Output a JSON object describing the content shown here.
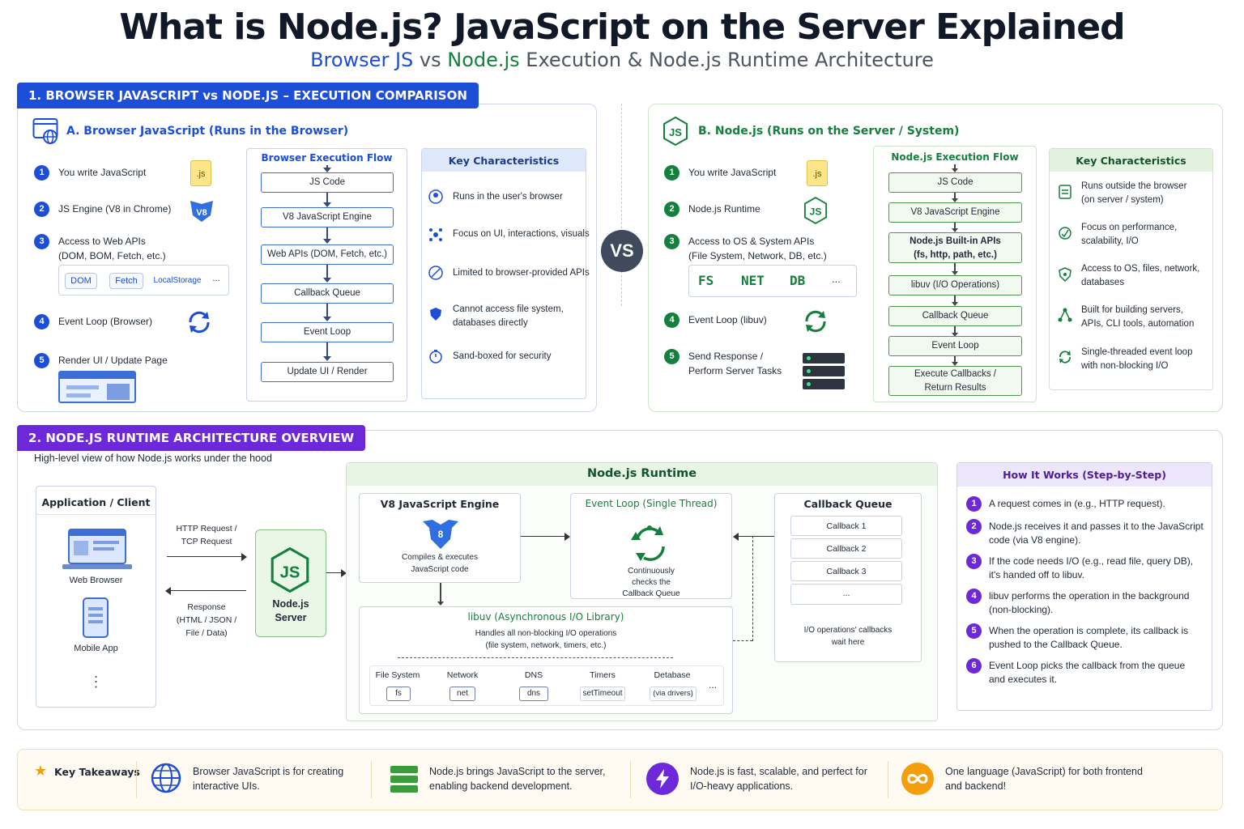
{
  "title": "What is Node.js? JavaScript on the Server Explained",
  "subtitle": {
    "part1": "Browser JS",
    "vs": " vs ",
    "part2": "Node.js",
    "rest": " Execution & Node.js Runtime Architecture"
  },
  "colors": {
    "blue": "#1d4ed8",
    "green": "#15803d",
    "purple": "#6d28d9",
    "orange": "#f59e0b"
  },
  "section1": {
    "tag": "1. BROWSER JAVASCRIPT vs NODE.JS – EXECUTION COMPARISON",
    "browser": {
      "heading": "A. Browser JavaScript (Runs in the Browser)",
      "steps": [
        {
          "n": "1",
          "text": "You write JavaScript"
        },
        {
          "n": "2",
          "text": "JS Engine (V8 in Chrome)"
        },
        {
          "n": "3",
          "text": "Access to Web APIs\n(DOM, BOM, Fetch, etc.)"
        },
        {
          "n": "4",
          "text": "Event Loop (Browser)"
        },
        {
          "n": "5",
          "text": "Render UI / Update Page"
        }
      ],
      "js_file": ".js",
      "v8": "V8",
      "apis": [
        "DOM",
        "Fetch",
        "LocalStorage",
        "..."
      ],
      "flow_title": "Browser Execution Flow",
      "flow": [
        "JS Code",
        "V8 JavaScript Engine",
        "Web APIs (DOM, Fetch, etc.)",
        "Callback Queue",
        "Event Loop",
        "Update UI / Render"
      ],
      "key_title": "Key Characteristics",
      "key": [
        "Runs in the user's browser",
        "Focus on UI, interactions, visuals",
        "Limited to browser-provided APIs",
        "Cannot access file system,\ndatabases directly",
        "Sand-boxed for security"
      ]
    },
    "vs": "VS",
    "node": {
      "heading": "B. Node.js (Runs on the Server / System)",
      "steps": [
        {
          "n": "1",
          "text": "You write JavaScript"
        },
        {
          "n": "2",
          "text": "Node.js Runtime"
        },
        {
          "n": "3",
          "text": "Access to OS & System APIs\n(File System, Network, DB, etc.)"
        },
        {
          "n": "4",
          "text": "Event Loop (libuv)"
        },
        {
          "n": "5",
          "text": "Send Response /\nPerform Server Tasks"
        }
      ],
      "js_file": ".js",
      "apis": [
        "FS",
        "NET",
        "DB",
        "..."
      ],
      "flow_title": "Node.js Execution Flow",
      "flow": [
        "JS Code",
        "V8 JavaScript Engine",
        "Node.js Built-in APIs\n(fs, http, path, etc.)",
        "libuv (I/O Operations)",
        "Callback Queue",
        "Event Loop",
        "Execute Callbacks /\nReturn Results"
      ],
      "key_title": "Key Characteristics",
      "key": [
        "Runs outside the browser\n(on server / system)",
        "Focus on performance,\nscalability, I/O",
        "Access to OS, files, network,\ndatabases",
        "Built for building servers,\nAPIs, CLI tools, automation",
        "Single-threaded event loop\nwith non-blocking I/O"
      ]
    }
  },
  "section2": {
    "tag": "2. NODE.JS RUNTIME ARCHITECTURE OVERVIEW",
    "desc": "High-level view of how Node.js works under the hood",
    "client": {
      "title": "Application / Client",
      "web": "Web Browser",
      "mobile": "Mobile App",
      "more": "⋮"
    },
    "request": "HTTP Request /\nTCP Request",
    "response": "Response\n(HTML / JSON /\nFile / Data)",
    "server": {
      "label": "Node.js\nServer"
    },
    "runtime": {
      "title": "Node.js Runtime",
      "v8": {
        "title": "V8 JavaScript Engine",
        "desc": "Compiles & executes\nJavaScript code"
      },
      "loop": {
        "title": "Event Loop (Single Thread)",
        "desc": "Continuously\nchecks the\nCallback Queue"
      },
      "queue": {
        "title": "Callback Queue",
        "items": [
          "Callback 1",
          "Callback 2",
          "Callback 3",
          "..."
        ],
        "note": "I/O operations' callbacks\nwait here"
      },
      "libuv": {
        "title": "libuv (Asynchronous I/O Library)",
        "desc": "Handles all non-blocking I/O operations\n(file system, network, timers, etc.)",
        "mods": [
          {
            "name": "File System",
            "chip": "fs"
          },
          {
            "name": "Network",
            "chip": "net"
          },
          {
            "name": "DNS",
            "chip": "dns"
          },
          {
            "name": "Timers",
            "chip": "setTimeout"
          },
          {
            "name": "Detabase",
            "chip": "(via drivers)"
          }
        ],
        "more": "..."
      }
    },
    "how": {
      "title": "How It Works (Step-by-Step)",
      "steps": [
        {
          "n": "1",
          "text": "A request comes in (e.g., HTTP request)."
        },
        {
          "n": "2",
          "text": "Node.js receives it and passes it to the JavaScript\ncode (via V8 engine)."
        },
        {
          "n": "3",
          "text": "If the code needs I/O (e.g., read file, query DB),\nit's handed off to libuv."
        },
        {
          "n": "4",
          "text": "libuv performs the operation in the background\n(non-blocking)."
        },
        {
          "n": "5",
          "text": "When the operation is complete, its callback is\npushed to the Callback Queue."
        },
        {
          "n": "6",
          "text": "Event Loop picks the callback from the queue\nand executes it."
        }
      ]
    }
  },
  "takeaways": {
    "title": "Key Takeaways",
    "items": [
      "Browser JavaScript is for creating\ninteractive UIs.",
      "Node.js brings JavaScript to the server,\nenabling backend development.",
      "Node.js is fast, scalable, and perfect for\nI/O-heavy applications.",
      "One language (JavaScript) for both frontend\nand backend!"
    ]
  }
}
